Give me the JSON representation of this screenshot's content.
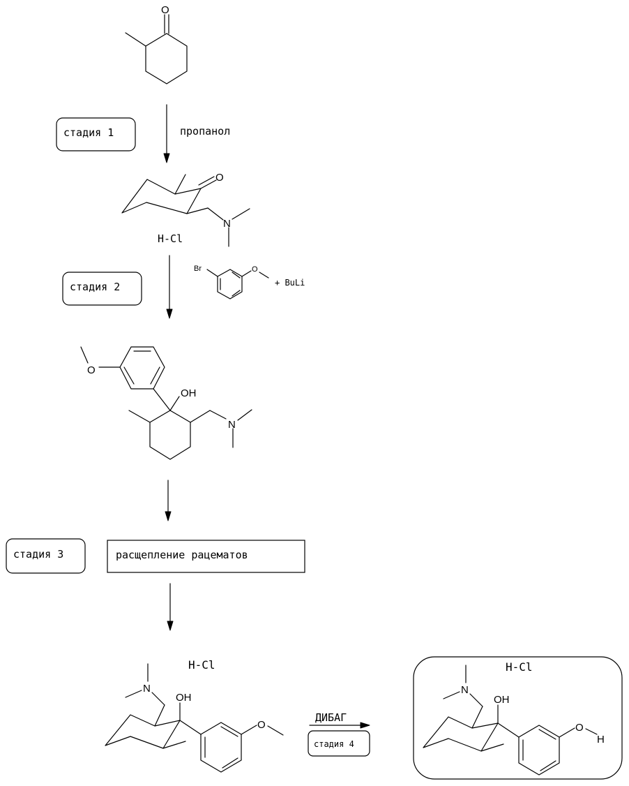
{
  "atoms": {
    "oxygen": "O",
    "nitrogen": "N",
    "hydroxyl": "OH",
    "bromine": "Br",
    "hydrogen": "H"
  },
  "stages": {
    "stage1": "стадия 1",
    "stage2": "стадия 2",
    "stage3": "стадия 3",
    "stage4": "стадия 4"
  },
  "reagents": {
    "propanol": "пропанол",
    "hcl": "H-Cl",
    "plus_buli": "+ BuLi",
    "resolution": "расщепление рацематов",
    "dibag": "ДИБАГ"
  }
}
